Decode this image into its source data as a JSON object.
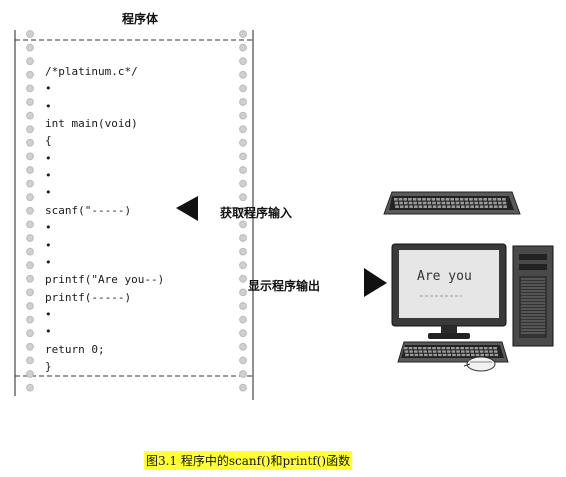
{
  "program_panel": {
    "title": "程序体",
    "code_lines": [
      "/*platinum.c*/",
      "•",
      "•",
      "int main(void)",
      "{",
      "•",
      "•",
      "•",
      "scanf(\"-----)",
      "•",
      "•",
      "•",
      "printf(\"Are you--)",
      "printf(-----)",
      "•",
      "•",
      "return 0;",
      "}"
    ]
  },
  "input_label": "获取程序输入",
  "output_label": "显示程序输出",
  "screen_text": "Are you",
  "caption": "图3.1 程序中的scanf()和printf()函数",
  "colors": {
    "caption_highlight": "#ffff33",
    "arrow": "#111111",
    "monitor_screen": "#e6e6e6"
  },
  "icons": [
    "input-arrow-icon",
    "output-arrow-icon",
    "keyboard-icon",
    "monitor-icon",
    "tower-icon",
    "mouse-icon"
  ]
}
